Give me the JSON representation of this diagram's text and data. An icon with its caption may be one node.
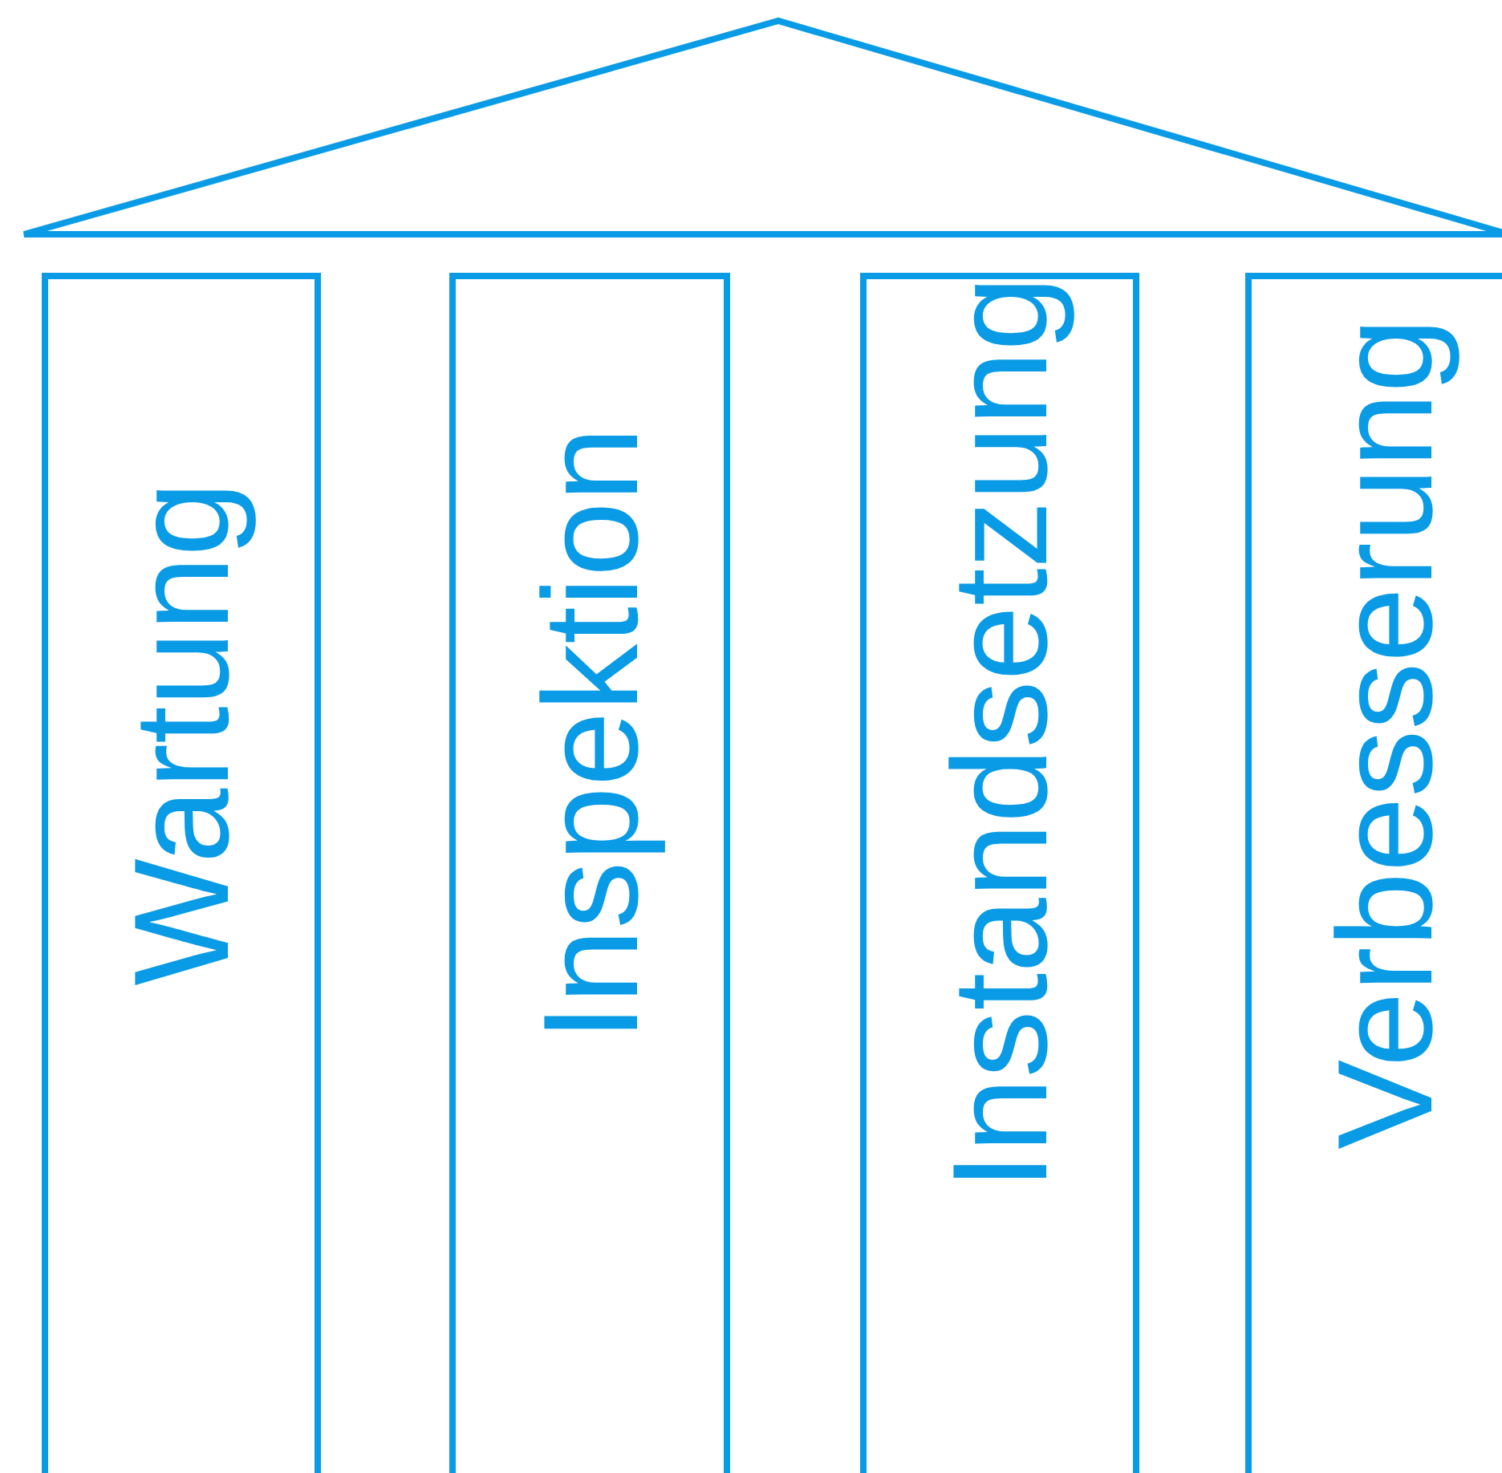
{
  "diagram": {
    "nodes": [
      {
        "text": [
          "Wartung"
        ]
      },
      {
        "text": [
          "Inspektion"
        ]
      },
      {
        "text": [
          "Instandsetzung"
        ]
      },
      {
        "text": [
          "Verbesserung"
        ]
      }
    ],
    "edges": []
  }
}
